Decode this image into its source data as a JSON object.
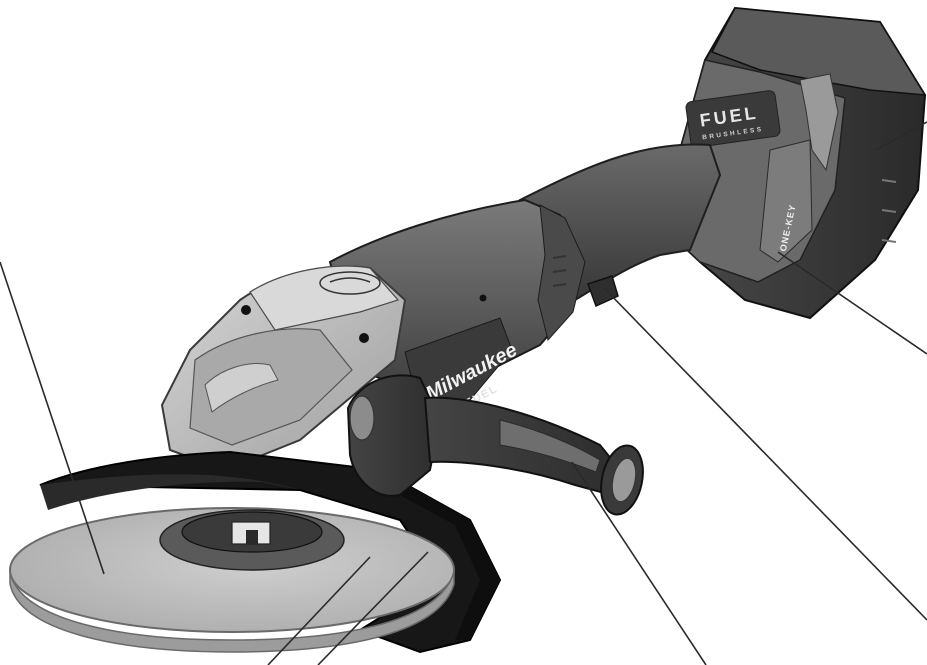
{
  "brand": {
    "logo_text": "Milwaukee",
    "fuel_text": "FUEL",
    "battery_fuel_text": "FUEL",
    "brushless_text": "BRUSHLESS",
    "onekey_text": "ONE-KEY"
  },
  "callouts": [
    {
      "part": "guard-wheel"
    },
    {
      "part": "wheel"
    },
    {
      "part": "guard"
    },
    {
      "part": "side-handle"
    },
    {
      "part": "paddle-switch"
    },
    {
      "part": "battery-fuel-gauge"
    },
    {
      "part": "battery-pack"
    }
  ],
  "colors": {
    "body_dark": "#555555",
    "body_mid": "#6f6f6f",
    "gear_housing": "#c4c4c4",
    "guard": "#161616",
    "wheel": "#b9b9b9",
    "leader_line": "#2a2a2a",
    "background": "#ffffff"
  }
}
